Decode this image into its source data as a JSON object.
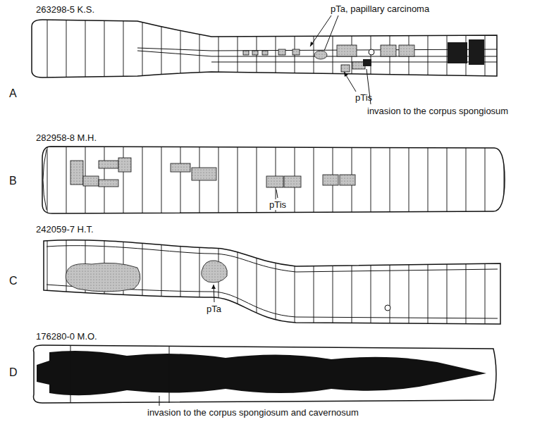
{
  "diagram": {
    "labels": [
      "263298-5 K.S.",
      "pTa, papillary carcinoma",
      "A",
      "pTis",
      "invasion to the corpus spongiosum",
      "282958-8 M.H.",
      "B",
      "pTis",
      "242059-7 H.T.",
      "C",
      "pTa",
      "176280-0 M.O.",
      "D",
      "invasion to the corpus spongiosum and cavernosum"
    ]
  }
}
